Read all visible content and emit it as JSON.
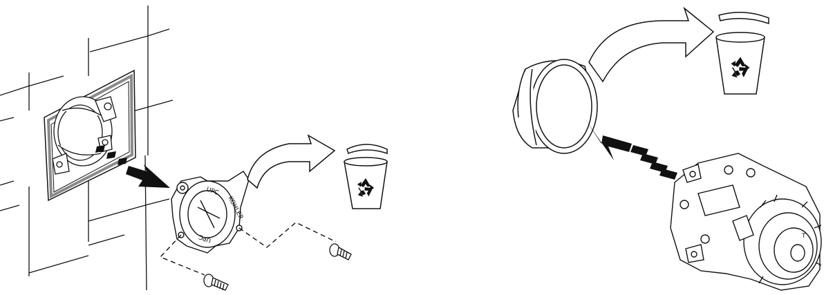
{
  "figure": {
    "panels": [
      {
        "id": "left",
        "subject": "remove-plaster-guard-and-discard",
        "labels": {
          "cap_brand": "KOHLER",
          "cap_cert_1": "UPC",
          "cap_cert_2": "UPC"
        },
        "icons": [
          "tile-wall",
          "valve-in-wall",
          "pull-out-arrow",
          "plaster-cap",
          "screw",
          "screw",
          "curved-arrow",
          "recycle-bin"
        ]
      },
      {
        "id": "right",
        "subject": "discard-trim-sleeve-and-insert-cartridge",
        "labels": {
          "cartridge_mark": "T"
        },
        "icons": [
          "trim-sleeve",
          "curved-arrow",
          "recycle-bin",
          "push-in-arrow",
          "valve-cartridge"
        ]
      }
    ],
    "colors": {
      "line": "#111111",
      "gasket": "#8a8a8a",
      "fill": "#ffffff"
    }
  }
}
